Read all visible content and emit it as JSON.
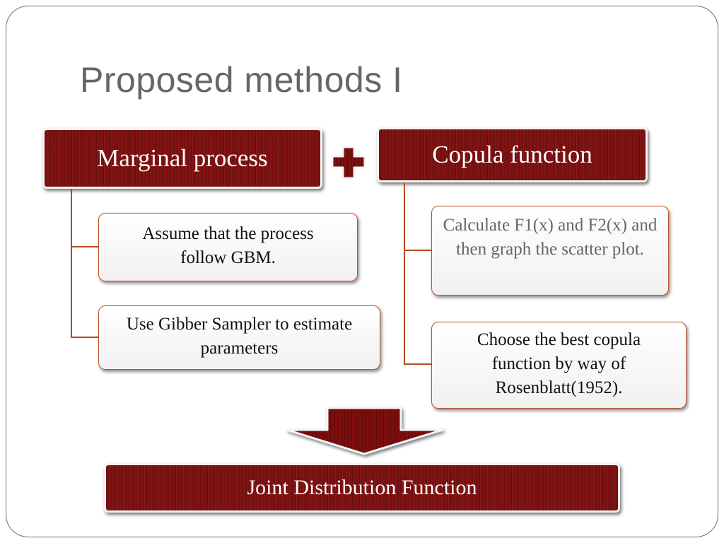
{
  "slide": {
    "title": "Proposed methods I"
  },
  "left_branch": {
    "header": "Marginal process",
    "steps": [
      "Assume that the process follow GBM.",
      "Use Gibber Sampler to estimate parameters"
    ]
  },
  "plus_symbol": "plus-icon",
  "right_branch": {
    "header": "Copula function",
    "steps": [
      "Calculate F1(x) and F2(x) and then graph the scatter plot.",
      "Choose the best copula function by way of Rosenblatt(1952)."
    ]
  },
  "result": {
    "label": "Joint Distribution Function"
  },
  "colors": {
    "box_fill": "#7d1010",
    "connector": "#b84a1e",
    "title_text": "#666666",
    "muted_text": "#666666"
  }
}
